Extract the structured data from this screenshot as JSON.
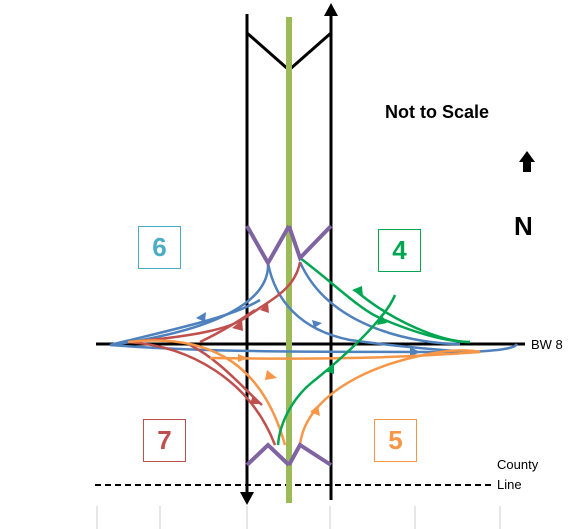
{
  "labels": {
    "scale_note": "Not to Scale",
    "north": "N",
    "road_name": "BW 8",
    "county_line_1": "County",
    "county_line_2": "Line"
  },
  "quadrants": [
    {
      "id": "6",
      "color": "#4bacc6"
    },
    {
      "id": "4",
      "color": "#00a651"
    },
    {
      "id": "7",
      "color": "#c0504d"
    },
    {
      "id": "5",
      "color": "#f79646"
    }
  ],
  "colors": {
    "roads": "#000000",
    "median": "#9bbb59",
    "ramp_blue": "#4f81bd",
    "ramp_green": "#00a651",
    "ramp_red": "#c0504d",
    "ramp_orange": "#f79646",
    "ramp_purple": "#8064a2"
  },
  "icons": {
    "north_arrow": "arrow-up-icon"
  }
}
